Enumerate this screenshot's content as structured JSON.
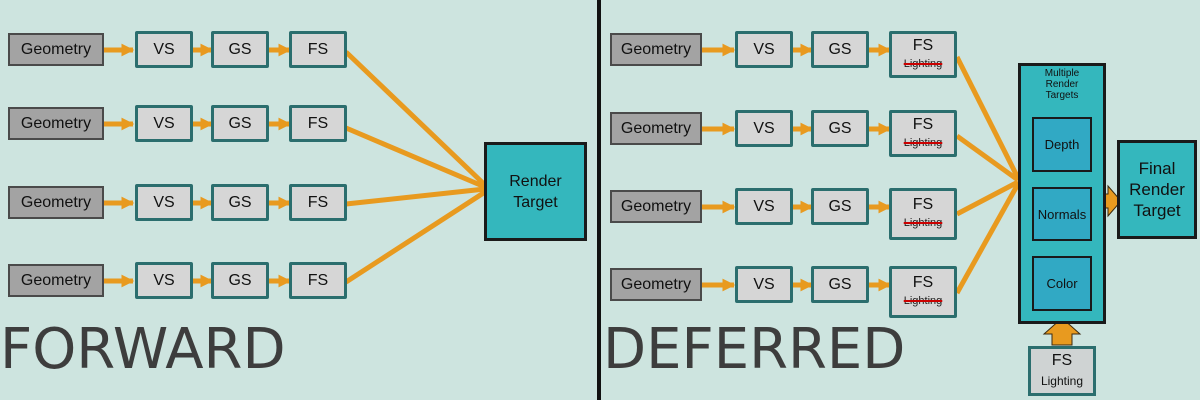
{
  "colors": {
    "background": "#cde4df",
    "arrow": "#e89a1f",
    "geometry_fill": "#a3a3a3",
    "stage_fill": "#d6d6d6",
    "stage_border": "#2b6e6e",
    "target_fill": "#34b7bd",
    "strike": "#cc0000"
  },
  "forward": {
    "label": "FORWARD",
    "rows": [
      {
        "geometry": "Geometry",
        "vs": "VS",
        "gs": "GS",
        "fs": "FS"
      },
      {
        "geometry": "Geometry",
        "vs": "VS",
        "gs": "GS",
        "fs": "FS"
      },
      {
        "geometry": "Geometry",
        "vs": "VS",
        "gs": "GS",
        "fs": "FS"
      },
      {
        "geometry": "Geometry",
        "vs": "VS",
        "gs": "GS",
        "fs": "FS"
      }
    ],
    "render_target": [
      "Render",
      "Target"
    ]
  },
  "deferred": {
    "label": "DEFERRED",
    "rows": [
      {
        "geometry": "Geometry",
        "vs": "VS",
        "gs": "GS",
        "fs": "FS",
        "fs_struck": "Lighting"
      },
      {
        "geometry": "Geometry",
        "vs": "VS",
        "gs": "GS",
        "fs": "FS",
        "fs_struck": "Lighting"
      },
      {
        "geometry": "Geometry",
        "vs": "VS",
        "gs": "GS",
        "fs": "FS",
        "fs_struck": "Lighting"
      },
      {
        "geometry": "Geometry",
        "vs": "VS",
        "gs": "GS",
        "fs": "FS",
        "fs_struck": "Lighting"
      }
    ],
    "mrt": {
      "title": [
        "Multiple",
        "Render",
        "Targets"
      ],
      "tiles": [
        "Depth",
        "Normals",
        "Color"
      ]
    },
    "final_target": [
      "Final",
      "Render",
      "Target"
    ],
    "lighting_pass": {
      "fs": "FS",
      "sub": "Lighting"
    }
  }
}
